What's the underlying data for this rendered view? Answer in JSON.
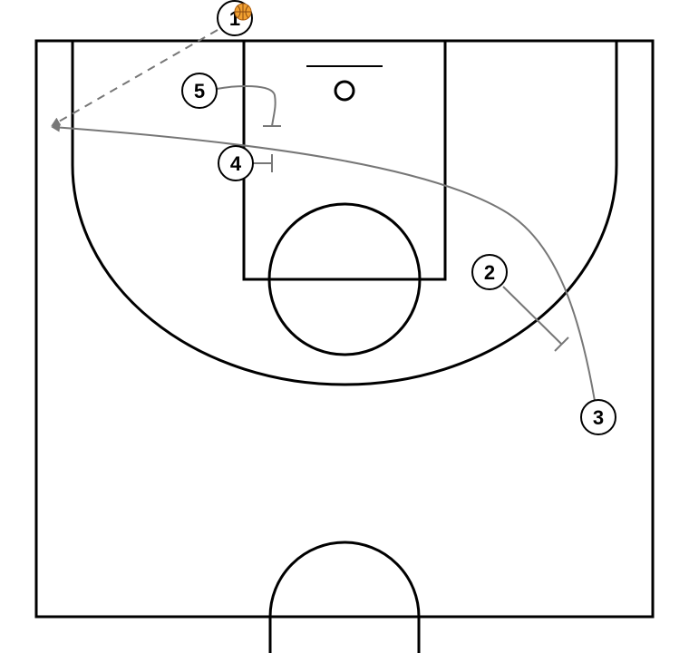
{
  "players": [
    {
      "id": "p1",
      "label": "1",
      "has_ball": true
    },
    {
      "id": "p2",
      "label": "2",
      "has_ball": false
    },
    {
      "id": "p3",
      "label": "3",
      "has_ball": false
    },
    {
      "id": "p4",
      "label": "4",
      "has_ball": false
    },
    {
      "id": "p5",
      "label": "5",
      "has_ball": false
    }
  ],
  "colors": {
    "court_lines": "#000000",
    "action_lines": "#777777",
    "ball": "#f0a030"
  }
}
